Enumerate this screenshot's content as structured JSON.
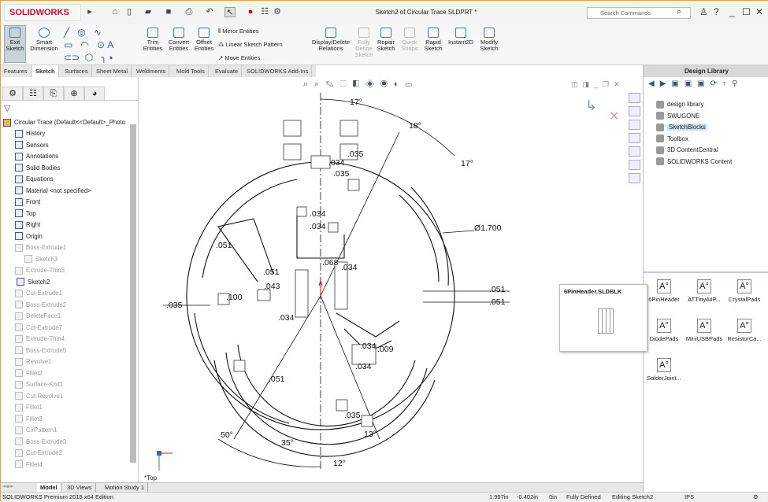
{
  "app": {
    "logo": "SOLIDWORKS",
    "title": "Sketch2 of Circular Trace.SLDPRT *",
    "search_placeholder": "Search Commands"
  },
  "ribbon": {
    "exit_sketch": "Exit Sketch",
    "smart_dimension": "Smart Dimension",
    "trim_entities": "Trim Entities",
    "convert_entities": "Convert Entities",
    "offset_entities": "Offset Entities",
    "mirror_entities": "Mirror Entities",
    "linear_sketch_pattern": "Linear Sketch Pattern",
    "move_entities": "Move Entities",
    "display_delete_relations": "Display/Delete Relations",
    "fully_define_sketch": "Fully Define Sketch",
    "repair_sketch": "Repair Sketch",
    "quick_snaps": "Quick Snaps",
    "rapid_sketch": "Rapid Sketch",
    "instant2d": "Instant2D",
    "modify_sketch": "Modify Sketch"
  },
  "tabs": [
    "Features",
    "Sketch",
    "Surfaces",
    "Sheet Metal",
    "Weldments",
    "Mold Tools",
    "Evaluate",
    "SOLIDWORKS Add-Ins"
  ],
  "tree": {
    "root": "Circular Trace  (Default<<Default>_Photo",
    "items": [
      {
        "label": "History",
        "gray": false
      },
      {
        "label": "Sensors",
        "gray": false
      },
      {
        "label": "Annotations",
        "gray": false
      },
      {
        "label": "Solid Bodies",
        "gray": false
      },
      {
        "label": "Equations",
        "gray": false
      },
      {
        "label": "Material <not specified>",
        "gray": false
      },
      {
        "label": "Front",
        "gray": false
      },
      {
        "label": "Top",
        "gray": false
      },
      {
        "label": "Right",
        "gray": false
      },
      {
        "label": "Origin",
        "gray": false
      },
      {
        "label": "Boss-Extrude1",
        "gray": true
      },
      {
        "label": "Sketch3",
        "gray": true
      },
      {
        "label": "Extrude-Thin3",
        "gray": true
      },
      {
        "label": "Sketch2",
        "gray": false
      },
      {
        "label": "Cut-Extrude1",
        "gray": true
      },
      {
        "label": "Boss-Extrude2",
        "gray": true
      },
      {
        "label": "DeleteFace1",
        "gray": true
      },
      {
        "label": "Cut-Extrude7",
        "gray": true
      },
      {
        "label": "Extrude-Thin4",
        "gray": true
      },
      {
        "label": "Boss-Extrude5",
        "gray": true
      },
      {
        "label": "Revolve1",
        "gray": true
      },
      {
        "label": "Fillet2",
        "gray": true
      },
      {
        "label": "Surface-Knit1",
        "gray": true
      },
      {
        "label": "Cut-Revolve1",
        "gray": true
      },
      {
        "label": "Fillet1",
        "gray": true
      },
      {
        "label": "Fillet3",
        "gray": true
      },
      {
        "label": "CirPattern1",
        "gray": true
      },
      {
        "label": "Boss-Extrude3",
        "gray": true
      },
      {
        "label": "Cut-Extrude2",
        "gray": true
      },
      {
        "label": "Fillet4",
        "gray": true
      }
    ]
  },
  "sketch": {
    "dims": [
      "17°",
      "18°",
      "17°",
      "Ø1.700",
      ".051",
      ".051",
      ".035",
      ".051",
      ".100",
      ".043",
      ".051",
      ".068",
      ".034",
      ".034",
      ".034",
      ".034",
      ".035",
      ".034",
      ".009",
      ".034",
      ".051",
      ".035",
      "50°",
      "35°",
      "12°",
      "13°",
      ".034",
      ".035"
    ],
    "view_label": "*Top"
  },
  "design_library": {
    "title": "Design Library",
    "items": [
      {
        "label": "design library",
        "selected": false
      },
      {
        "label": "SWUGONE",
        "selected": false
      },
      {
        "label": "SketchBlocks",
        "selected": true
      },
      {
        "label": "Toolbox",
        "selected": false
      },
      {
        "label": "3D ContentCentral",
        "selected": false
      },
      {
        "label": "SOLIDWORKS Content",
        "selected": false
      }
    ],
    "blocks": [
      "6PinHeader",
      "ATTiny44P...",
      "CrystalPads",
      "DiodePads",
      "MiniUSBPads",
      "ResistorCa...",
      "SolderJoint..."
    ],
    "preview_title": "6PinHeader.SLDBLK"
  },
  "bottom_tabs": [
    "Model",
    "3D Views",
    "Motion Study 1"
  ],
  "status": {
    "edition": "SOLIDWORKS Premium 2018 x64 Edition",
    "x": "1.997in",
    "y": "-0.402in",
    "z": "0in",
    "state": "Fully Defined",
    "mode": "Editing Sketch2",
    "units": "IPS"
  }
}
